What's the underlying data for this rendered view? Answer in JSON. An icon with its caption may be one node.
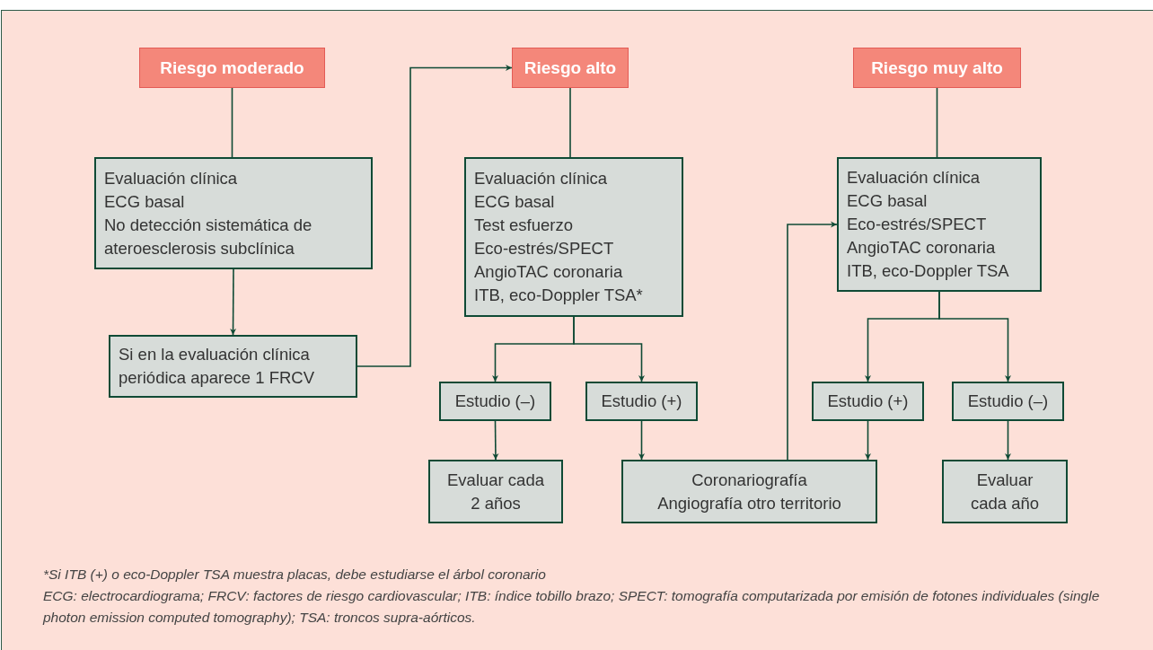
{
  "diagram": {
    "nodes": [
      {
        "text": [
          "Riesgo moderado"
        ]
      },
      {
        "text": [
          "Riesgo alto"
        ]
      },
      {
        "text": [
          "Riesgo muy alto"
        ]
      },
      {
        "text": [
          "Evaluación clínica",
          "ECG basal",
          "No detección sistemática de ateroesclerosis subclínica"
        ]
      },
      {
        "text": [
          "Si en la evaluación clínica periódica aparece 1 FRCV"
        ]
      },
      {
        "text": [
          "Evaluación clínica",
          "ECG basal",
          "Test esfuerzo",
          "Eco-estrés/SPECT",
          "AngioTAC coronaria",
          "ITB, eco-Doppler TSA*"
        ]
      },
      {
        "text": [
          "Estudio (–)"
        ]
      },
      {
        "text": [
          "Estudio (+)"
        ]
      },
      {
        "text": [
          "Evaluar cada 2 años"
        ]
      },
      {
        "text": [
          "Coronariografía",
          "Angiografía otro territorio"
        ]
      },
      {
        "text": [
          "Evaluación clínica",
          "ECG basal",
          "Eco-estrés/SPECT",
          "AngioTAC coronaria",
          "ITB, eco-Doppler TSA"
        ]
      },
      {
        "text": [
          "Estudio (+)"
        ]
      },
      {
        "text": [
          "Estudio (–)"
        ]
      },
      {
        "text": [
          "Evaluar cada año"
        ]
      }
    ],
    "edges": [
      {
        "from": 0,
        "to": 3,
        "arrow": "none"
      },
      {
        "from": 3,
        "to": 4,
        "arrow": "to"
      },
      {
        "from": 4,
        "to": 1,
        "arrow": "to"
      },
      {
        "from": 1,
        "to": 5,
        "arrow": "none"
      },
      {
        "from": 5,
        "to": 6,
        "arrow": "to"
      },
      {
        "from": 5,
        "to": 7,
        "arrow": "to"
      },
      {
        "from": 6,
        "to": 8,
        "arrow": "to"
      },
      {
        "from": 7,
        "to": 9,
        "arrow": "to"
      },
      {
        "from": 9,
        "to": 10,
        "arrow": "to"
      },
      {
        "from": 2,
        "to": 10,
        "arrow": "none"
      },
      {
        "from": 10,
        "to": 11,
        "arrow": "to"
      },
      {
        "from": 10,
        "to": 12,
        "arrow": "to"
      },
      {
        "from": 11,
        "to": 9,
        "arrow": "to"
      },
      {
        "from": 12,
        "to": 13,
        "arrow": "to"
      }
    ],
    "labels": [
      "*Si ITB (+) o eco-Doppler TSA muestra placas, debe estudiarse el árbol coronario",
      "ECG: electrocardiograma; FRCV: factores de riesgo cardiovascular; ITB: índice tobillo brazo; SPECT: tomografía computarizada por emisión de fotones individuales (single photon emission computed tomography); TSA: troncos supra-aórticos."
    ]
  }
}
